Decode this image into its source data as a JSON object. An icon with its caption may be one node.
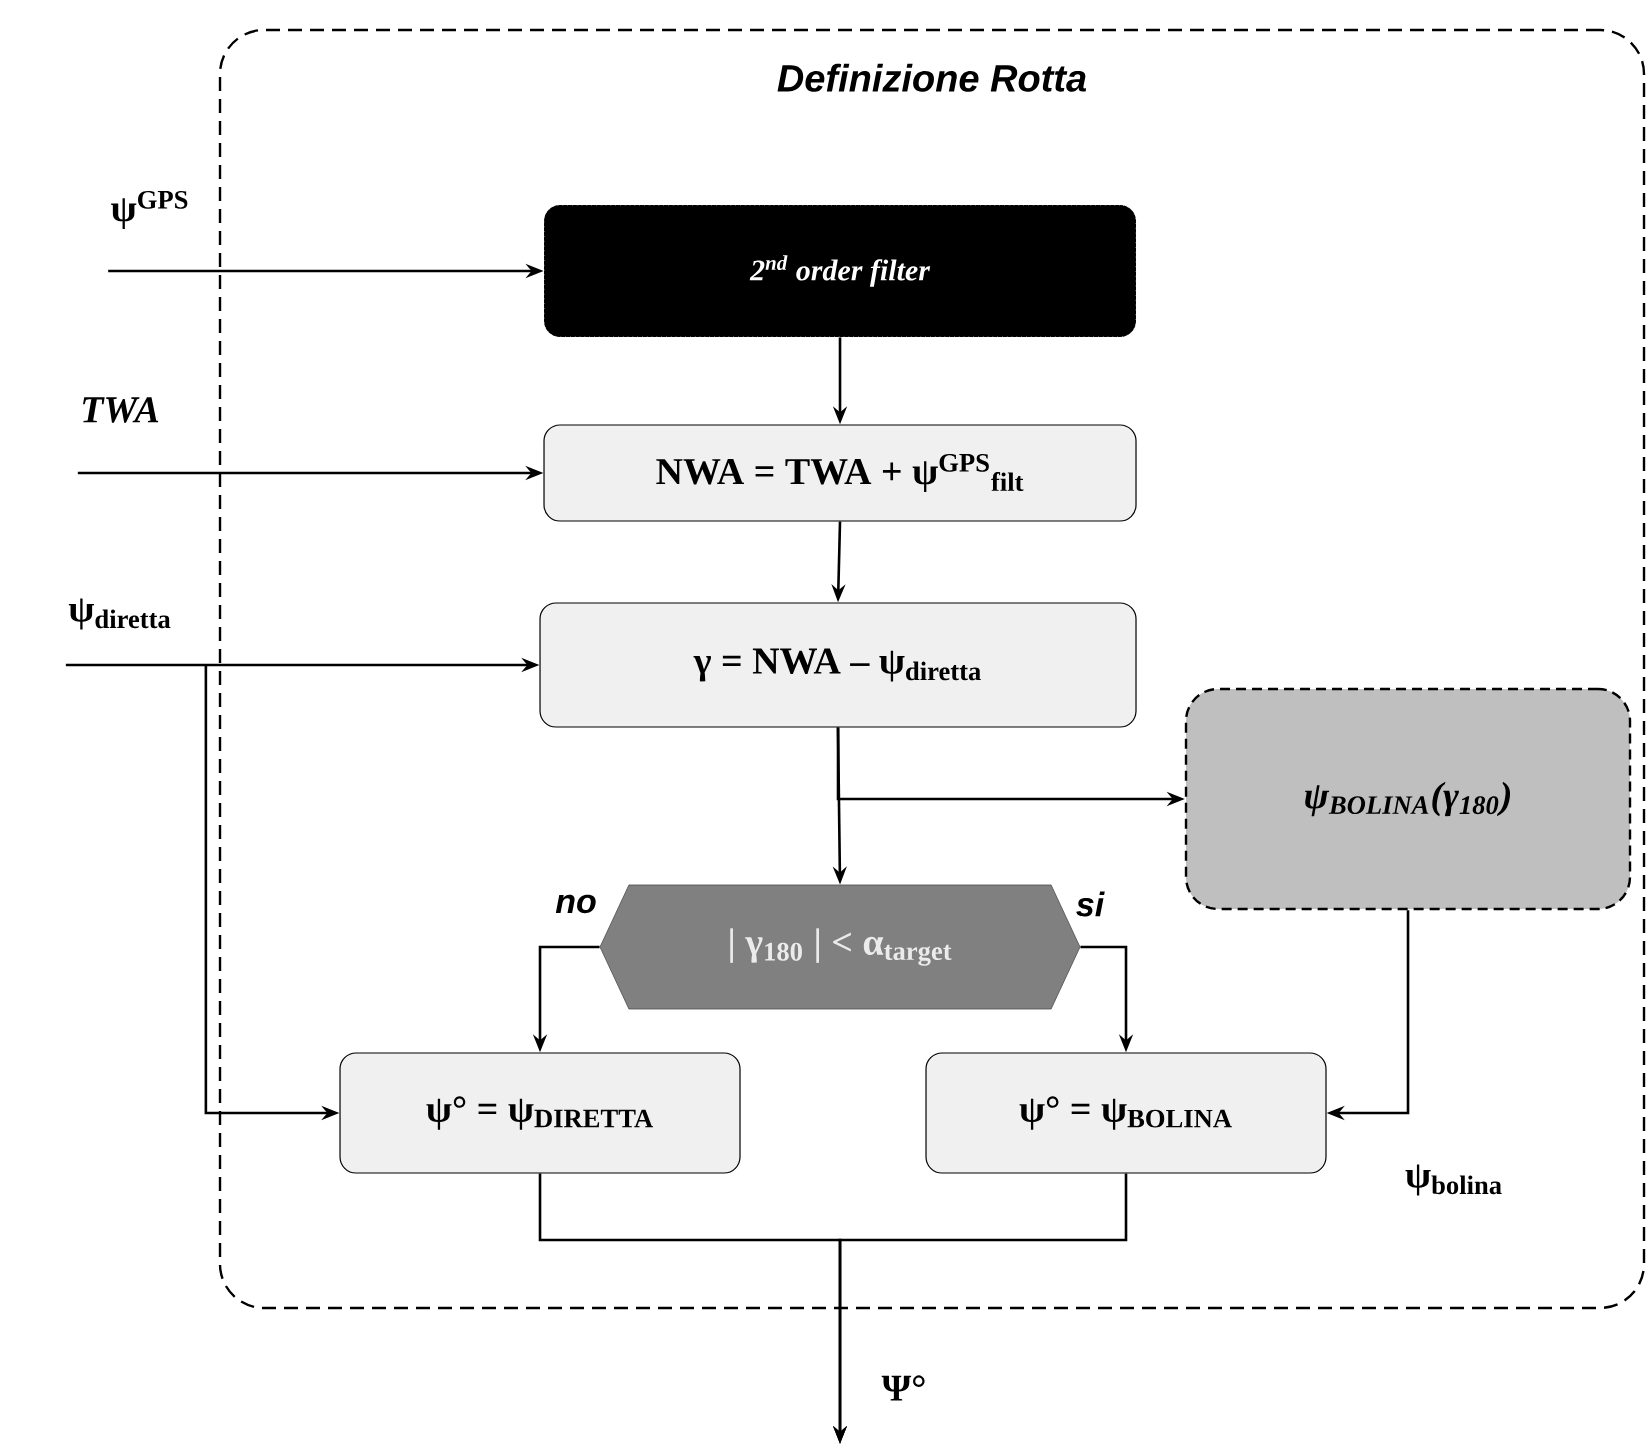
{
  "diagram": {
    "nodes": [
      {
        "text": [
          "Definizione Rotta"
        ]
      },
      {
        "text": [
          "ψ$^{GPS}$"
        ]
      },
      {
        "text": [
          "TWA"
        ]
      },
      {
        "text": [
          "ψ$_{diretta}$"
        ]
      },
      {
        "text": [
          "2$^{nd}$ order filter"
        ],
        "in": 0
      },
      {
        "text": [
          "NWA = TWA + ψ$^{GPS}$$_{filt}$"
        ],
        "in": 0
      },
      {
        "text": [
          "γ = NWA – ψ$_{diretta}$"
        ],
        "in": 0
      },
      {
        "text": [
          "ψ$_{BOLINA}$(γ$_{180}$)"
        ],
        "in": 0
      },
      {
        "text": [
          "| γ$_{180}$ | < α$_{target}$"
        ],
        "in": 0
      },
      {
        "text": [
          "ψ° = ψ$_{DIRETTA}$"
        ],
        "in": 0
      },
      {
        "text": [
          "ψ° = ψ$_{BOLINA}$"
        ],
        "in": 0
      }
    ],
    "edges": [
      {
        "from": 1,
        "to": 4,
        "arrow": "to"
      },
      {
        "from": 4,
        "to": 5,
        "arrow": "to"
      },
      {
        "from": 2,
        "to": 5,
        "arrow": "to"
      },
      {
        "from": 5,
        "to": 6,
        "arrow": "to"
      },
      {
        "from": 3,
        "to": 6,
        "arrow": "to"
      },
      {
        "from": 3,
        "to": 9,
        "arrow": "to"
      },
      {
        "from": 6,
        "to": 7,
        "arrow": "to"
      },
      {
        "from": 6,
        "to": 8,
        "arrow": "to"
      },
      {
        "from": 8,
        "to": 9,
        "arrow": "to",
        "label": "no"
      },
      {
        "from": 8,
        "to": 10,
        "arrow": "to",
        "label": "si"
      },
      {
        "from": 7,
        "to": 10,
        "arrow": "to",
        "label": "ψ$_{bolina}$"
      },
      {
        "from": 9,
        "to": null,
        "arrow": "to",
        "label": "Ψ°"
      },
      {
        "from": 10,
        "to": null,
        "arrow": "to"
      }
    ]
  }
}
